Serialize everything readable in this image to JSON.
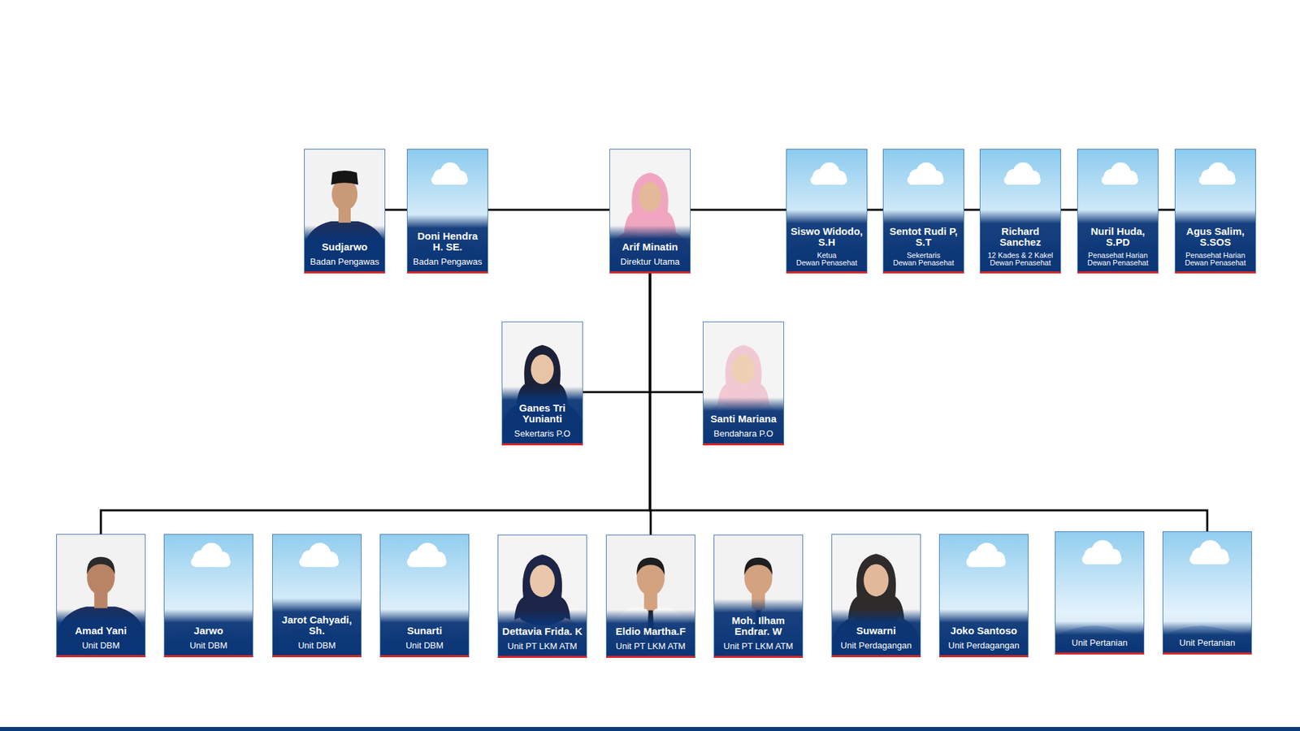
{
  "diagram": {
    "nodes": [
      {
        "text": [
          "Sudjarwo",
          "Badan Pengawas"
        ]
      },
      {
        "text": [
          "Doni Hendra H. SE.",
          "Badan Pengawas"
        ]
      },
      {
        "text": [
          "Arif Minatin",
          "Direktur Utama"
        ]
      },
      {
        "text": [
          "Siswo Widodo, S.H",
          "Ketua",
          "Dewan Penasehat"
        ]
      },
      {
        "text": [
          "Sentot Rudi P, S.T",
          "Sekertaris",
          "Dewan Penasehat"
        ]
      },
      {
        "text": [
          "Richard Sanchez",
          "12 Kades & 2 Kakel",
          "Dewan Penasehat"
        ]
      },
      {
        "text": [
          "Nuril Huda, S.PD",
          "Penasehat Harian",
          "Dewan Penasehat"
        ]
      },
      {
        "text": [
          "Agus Salim, S.SOS",
          "Penasehat Harian",
          "Dewan Penasehat"
        ]
      },
      {
        "text": [
          "Ganes Tri Yunianti",
          "Sekertaris P.O"
        ]
      },
      {
        "text": [
          "Santi Mariana",
          "Bendahara P.O"
        ]
      },
      {
        "text": [
          "Amad Yani",
          "Unit DBM"
        ]
      },
      {
        "text": [
          "Jarwo",
          "Unit DBM"
        ]
      },
      {
        "text": [
          "Jarot Cahyadi, Sh.",
          "Unit DBM"
        ]
      },
      {
        "text": [
          "Sunarti",
          "Unit DBM"
        ]
      },
      {
        "text": [
          "Dettavia Frida. K",
          "Unit PT LKM ATM"
        ]
      },
      {
        "text": [
          "Eldio Martha.F",
          "Unit PT LKM ATM"
        ]
      },
      {
        "text": [
          "Moh. Ilham Endrar. W",
          "Unit PT LKM ATM"
        ]
      },
      {
        "text": [
          "Suwarni",
          "Unit Perdagangan"
        ]
      },
      {
        "text": [
          "Joko Santoso",
          "Unit Perdagangan"
        ]
      },
      {
        "text": [
          "Unit Pertanian"
        ]
      },
      {
        "text": [
          "Unit Pertanian"
        ]
      }
    ],
    "edges": [
      {
        "from": 0,
        "to": 1,
        "arrow": "none"
      },
      {
        "from": 1,
        "to": 2,
        "arrow": "none"
      },
      {
        "from": 2,
        "to": 3,
        "arrow": "none"
      },
      {
        "from": 3,
        "to": 4,
        "arrow": "none"
      },
      {
        "from": 4,
        "to": 5,
        "arrow": "none"
      },
      {
        "from": 5,
        "to": 6,
        "arrow": "none"
      },
      {
        "from": 6,
        "to": 7,
        "arrow": "none"
      },
      {
        "from": 2,
        "to": 8,
        "arrow": "none"
      },
      {
        "from": 2,
        "to": 9,
        "arrow": "none"
      },
      {
        "from": 2,
        "to": 10,
        "arrow": "none"
      },
      {
        "from": 2,
        "to": 15,
        "arrow": "none"
      },
      {
        "from": 2,
        "to": 20,
        "arrow": "none"
      }
    ]
  }
}
